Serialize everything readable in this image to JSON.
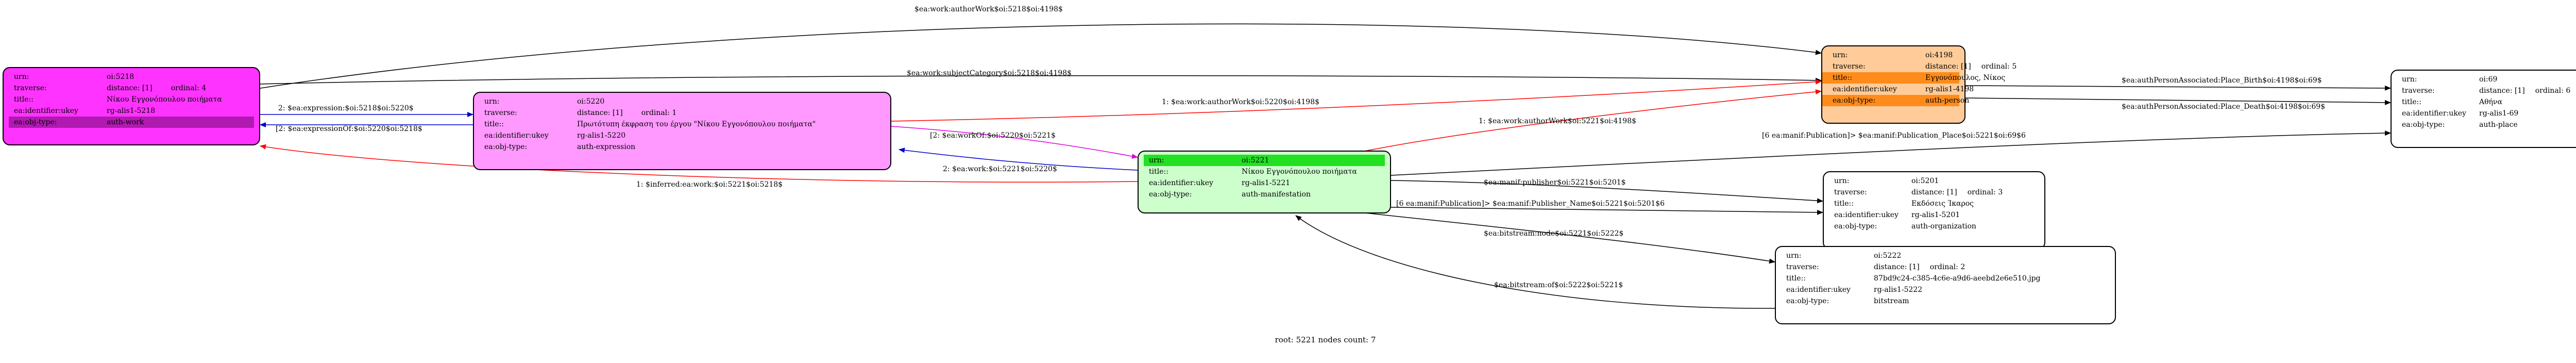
{
  "nodes": {
    "n5218": {
      "urn_label": "urn:",
      "urn": "oi:5218",
      "traverse_label": "traverse:",
      "traverse": "distance: [1]",
      "ordinal": "ordinal: 4",
      "title_label": "title::",
      "title": "Νίκου Εγγονόπουλου ποιήματα",
      "ukey_label": "ea:identifier:ukey",
      "ukey": "rg-alis1-5218",
      "type_label": "ea:obj-type:",
      "type": "auth-work",
      "fill": "#ff33ff"
    },
    "n5220": {
      "urn_label": "urn:",
      "urn": "oi:5220",
      "traverse_label": "traverse:",
      "traverse": "distance: [1]",
      "ordinal": "ordinal: 1",
      "title_label": "title::",
      "title": "Πρωτότυπη έκφραση του έργου \"Νίκου Εγγονόπουλου ποιήματα\"",
      "ukey_label": "ea:identifier:ukey",
      "ukey": "rg-alis1-5220",
      "type_label": "ea:obj-type:",
      "type": "auth-expression",
      "fill": "#ff99ff"
    },
    "n5221": {
      "urn_label": "urn:",
      "urn": "oi:5221",
      "title_label": "title::",
      "title": "Νίκου Εγγονόπουλου ποιήματα",
      "ukey_label": "ea:identifier:ukey",
      "ukey": "rg-alis1-5221",
      "type_label": "ea:obj-type:",
      "type": "auth-manifestation",
      "fill": "#ccffcc"
    },
    "n4198": {
      "urn_label": "urn:",
      "urn": "oi:4198",
      "traverse_label": "traverse:",
      "traverse": "distance: [1]",
      "ordinal": "ordinal: 5",
      "title_label": "title::",
      "title": "Εγγονόπουλος, Νίκος",
      "ukey_label": "ea:identifier:ukey",
      "ukey": "rg-alis1-4198",
      "type_label": "ea:obj-type:",
      "type": "auth-person",
      "fill": "#ffcc99"
    },
    "n69": {
      "urn_label": "urn:",
      "urn": "oi:69",
      "traverse_label": "traverse:",
      "traverse": "distance: [1]",
      "ordinal": "ordinal: 6",
      "title_label": "title::",
      "title": "Αθήνα",
      "ukey_label": "ea:identifier:ukey",
      "ukey": "rg-alis1-69",
      "type_label": "ea:obj-type:",
      "type": "auth-place",
      "fill": "#ffffff"
    },
    "n5201": {
      "urn_label": "urn:",
      "urn": "oi:5201",
      "traverse_label": "traverse:",
      "traverse": "distance: [1]",
      "ordinal": "ordinal: 3",
      "title_label": "title::",
      "title": "Εκδόσεις Ίκαρος",
      "ukey_label": "ea:identifier:ukey",
      "ukey": "rg-alis1-5201",
      "type_label": "ea:obj-type:",
      "type": "auth-organization",
      "fill": "#ffffff"
    },
    "n5222": {
      "urn_label": "urn:",
      "urn": "oi:5222",
      "traverse_label": "traverse:",
      "traverse": "distance: [1]",
      "ordinal": "ordinal: 2",
      "title_label": "title::",
      "title": "87bd9c24-c385-4c6e-a9d6-aeebd2e6e510.jpg",
      "ukey_label": "ea:identifier:ukey",
      "ukey": "rg-alis1-5222",
      "type_label": "ea:obj-type:",
      "type": "bitstream",
      "fill": "#ffffff"
    }
  },
  "edges": {
    "e1": "$ea:work:authorWork$oi:5218$oi:4198$",
    "e2": "$ea:work:subjectCategory$oi:5218$oi:4198$",
    "e3": "2: $ea:expression:$oi:5218$oi:5220$",
    "e4": "[2: $ea:expressionOf:$oi:5220$oi:5218$",
    "e5": "1: $ea:work:authorWork$oi:5220$oi:4198$",
    "e6": "[2: $ea:workOf:$oi:5220$oi:5221$",
    "e7": "1: $ea:work:authorWork$oi:5221$oi:4198$",
    "e8": "2: $ea:work:$oi:5221$oi:5220$",
    "e9": "1: $inferred:ea:work:$oi:5221$oi:5218$",
    "e10": "$ea:authPersonAssociated:Place_Birth$oi:4198$oi:69$",
    "e11": "$ea:authPersonAssociated:Place_Death$oi:4198$oi:69$",
    "e12": "[6 ea:manif:Publication]> $ea:manif:Publication_Place$oi:5221$oi:69$6",
    "e13": "$ea:manif:publisher$oi:5221$oi:5201$",
    "e14": "[6 ea:manif:Publication]> $ea:manif:Publisher_Name$oi:5221$oi:5201$6",
    "e15": "$ea:bitstream:node$oi:5221$oi:5222$",
    "e16": "$ea:bitstream:of$oi:5222$oi:5221$"
  },
  "footer": "root: 5221 nodes count: 7",
  "colors": {
    "black_edge": "#000000",
    "red_edge": "#ff0000",
    "blue_edge": "#0000cc",
    "magenta_edge": "#e000e0"
  }
}
